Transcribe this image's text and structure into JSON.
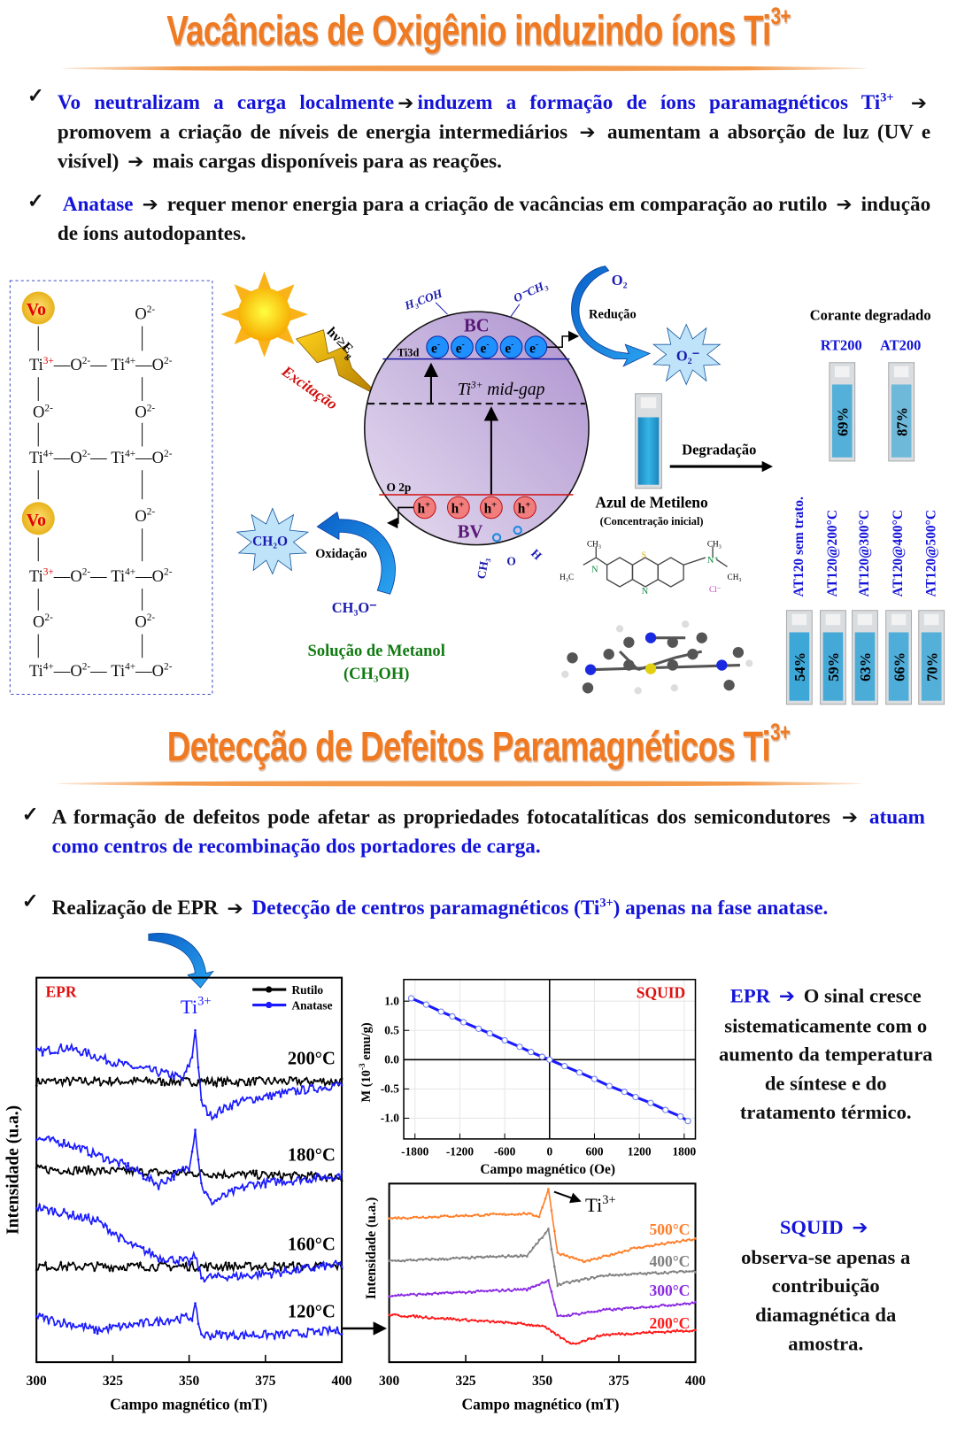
{
  "section1": {
    "title": "Vacâncias de Oxigênio induzindo íons Ti",
    "title_sup": "3+",
    "bullet1": {
      "part1": "Vo neutralizam a carga localmente",
      "part2": "induzem a formação de íons paramagnéticos Ti",
      "part2_sup": "3+",
      "part3": "promovem a criação de níveis de energia intermediários",
      "part4": "aumentam a absorção de luz (UV e visível)",
      "part5": "mais cargas disponíveis para as reações."
    },
    "bullet2": {
      "part1": "Anatase",
      "part2": "requer menor energia para a criação de vacâncias em comparação ao rutilo",
      "part3": "indução de íons autodopantes."
    }
  },
  "lattice": {
    "vo": "Vo",
    "o": "O",
    "o_charge": "2-",
    "ti": "Ti",
    "ti3_charge": "3+",
    "ti4_charge": "4+",
    "bond": "—"
  },
  "mechanism": {
    "excitation_label": "hν≥E",
    "excitation_sub": "g",
    "excitacao": "Excitação",
    "bc": "BC",
    "bv": "BV",
    "ti3d": "Ti3d",
    "o2p": "O 2p",
    "midgap": "Ti",
    "midgap_sup": "3+",
    "midgap_rest": " mid-gap",
    "electron": "e",
    "electron_sup": "-",
    "hole": "h",
    "hole_sup": "+",
    "h3coh": "H₃COH",
    "och3": "O⁻CH₃",
    "bottom_mol1": "CH₃",
    "bottom_mol_o": "O",
    "bottom_mol_h": "H",
    "o2": "O₂",
    "reducao": "Redução",
    "superoxide": "O₂⁻",
    "ch2o": "CH₂O",
    "oxidacao": "Oxidação",
    "ch3o": "CH₃O⁻",
    "methanol_label": "Solução de Metanol",
    "methanol_formula": "(CH₃OH)",
    "degradacao": "Degradação",
    "mb_name": "Azul de Metileno",
    "mb_note": "(Concentração inicial)",
    "mb_atoms": {
      "ch3": "CH₃",
      "h3c": "H₃C",
      "n": "N",
      "nplus": "N⁺",
      "s": "S",
      "cl": "Cl⁻"
    }
  },
  "vials": {
    "title": "Corante degradado",
    "top": [
      {
        "label": "RT200",
        "percent": "69%",
        "degraded": 69
      },
      {
        "label": "AT200",
        "percent": "87%",
        "degraded": 87
      }
    ],
    "bottom": [
      {
        "label": "AT120 sem trato.",
        "percent": "54%",
        "degraded": 54
      },
      {
        "label": "AT120@200°C",
        "percent": "59%",
        "degraded": 59
      },
      {
        "label": "AT120@300°C",
        "percent": "63%",
        "degraded": 63
      },
      {
        "label": "AT120@400°C",
        "percent": "66%",
        "degraded": 66
      },
      {
        "label": "AT120@500°C",
        "percent": "70%",
        "degraded": 70
      }
    ],
    "colors": {
      "liquid": "#2aa0d6"
    }
  },
  "section2": {
    "title": "Detecção de Defeitos Paramagnéticos Ti",
    "title_sup": "3+",
    "bullet3": {
      "part1": "A formação de defeitos pode afetar as propriedades fotocatalíticas dos semicondutores",
      "part2": "atuam como centros de recombinação dos portadores de carga."
    },
    "bullet4": {
      "part1": "Realização de EPR",
      "part2": "Detecção de centros paramagnéticos (Ti",
      "part2_sup": "3+",
      "part3": ") apenas na fase anatase."
    }
  },
  "conclusions": {
    "epr_label": "EPR",
    "epr_text": "O sinal cresce sistematicamente com o aumento da temperatura de síntese e do tratamento térmico.",
    "squid_label": "SQUID",
    "squid_text": "observa-se apenas a contribuição diamagnética da amostra."
  },
  "chart_data": [
    {
      "type": "line",
      "title": "EPR",
      "xlabel": "Campo magnético (mT)",
      "ylabel": "Intensidade (u.a.)",
      "xlim": [
        300,
        400
      ],
      "xticks": [
        300,
        325,
        350,
        375,
        400
      ],
      "ylim": [
        0,
        100
      ],
      "annotation": "Ti",
      "annotation_sup": "3+",
      "legend": [
        {
          "name": "Rutilo",
          "color": "#000000"
        },
        {
          "name": "Anatase",
          "color": "#1a1aff"
        }
      ],
      "legend_position": "top-right",
      "groups": [
        {
          "label": "200°C",
          "anatase": [
            [
              300,
              80.6
            ],
            [
              310,
              81.8
            ],
            [
              330,
              77
            ],
            [
              345,
              74.6
            ],
            [
              348,
              73.5
            ],
            [
              351,
              79.4
            ],
            [
              352,
              87
            ],
            [
              354,
              67.5
            ],
            [
              357,
              64
            ],
            [
              365,
              67.5
            ],
            [
              380,
              69.9
            ],
            [
              400,
              72.3
            ]
          ],
          "rutilo": [
            [
              300,
              73
            ],
            [
              400,
              73
            ]
          ]
        },
        {
          "label": "180°C",
          "anatase": [
            [
              300,
              58.1
            ],
            [
              310,
              56.9
            ],
            [
              330,
              50.9
            ],
            [
              340,
              46.2
            ],
            [
              350,
              50.9
            ],
            [
              352,
              60.4
            ],
            [
              354,
              46.2
            ],
            [
              357,
              41.5
            ],
            [
              370,
              46.2
            ],
            [
              400,
              48.6
            ]
          ],
          "rutilo": [
            [
              300,
              50.2
            ],
            [
              400,
              48.1
            ]
          ]
        },
        {
          "label": "160°C",
          "anatase": [
            [
              300,
              40.3
            ],
            [
              320,
              36.7
            ],
            [
              330,
              30.8
            ],
            [
              340,
              27.3
            ],
            [
              350,
              26.1
            ],
            [
              352,
              27.7
            ],
            [
              354,
              22
            ],
            [
              370,
              22.5
            ],
            [
              400,
              25.4
            ]
          ],
          "rutilo": [
            [
              300,
              24.9
            ],
            [
              400,
              24.9
            ]
          ]
        },
        {
          "label": "120°C",
          "anatase": [
            [
              300,
              11.8
            ],
            [
              320,
              8.3
            ],
            [
              340,
              10.7
            ],
            [
              351,
              11.8
            ],
            [
              352,
              14.2
            ],
            [
              354,
              7.1
            ],
            [
              380,
              7.1
            ],
            [
              400,
              8.3
            ]
          ]
        }
      ]
    },
    {
      "type": "scatter",
      "title": "SQUID",
      "xlabel": "Campo magnético (Oe)",
      "ylabel": "M (10",
      "ylabel_sup": "-3",
      "ylabel_rest": " emu/g)",
      "xlim": [
        -1950,
        1950
      ],
      "ylim": [
        -1.37,
        1.37
      ],
      "xticks": [
        -1800,
        -1200,
        -600,
        0,
        600,
        1200,
        1800
      ],
      "yticks": [
        1.0,
        0.5,
        0.0,
        -0.5,
        -1.0
      ],
      "ytick_labels": [
        "1.0",
        "0.5",
        "0.0",
        "-0.5",
        "-1.0"
      ],
      "grid": true,
      "color": "#1a1aff",
      "x": [
        -1850,
        -1650,
        -1450,
        -1300,
        -1150,
        -950,
        -800,
        -600,
        -400,
        -250,
        -100,
        0,
        200,
        400,
        600,
        800,
        1000,
        1150,
        1350,
        1550,
        1750,
        1850
      ],
      "y": [
        1.05,
        0.94,
        0.82,
        0.74,
        0.64,
        0.53,
        0.45,
        0.33,
        0.22,
        0.13,
        0.05,
        0.0,
        -0.11,
        -0.22,
        -0.33,
        -0.45,
        -0.55,
        -0.64,
        -0.74,
        -0.86,
        -0.97,
        -1.05
      ]
    },
    {
      "type": "line",
      "xlabel": "Campo magnético (mT)",
      "ylabel": "Intensidade (u.a.)",
      "xlim": [
        300,
        400
      ],
      "xticks": [
        300,
        325,
        350,
        375,
        400
      ],
      "ylim": [
        0,
        100
      ],
      "annotation": "Ti",
      "annotation_sup": "3+",
      "series": [
        {
          "name": "500°C",
          "color": "#ff7f2a",
          "points": [
            [
              300,
              80.6
            ],
            [
              345,
              83.2
            ],
            [
              349,
              81.6
            ],
            [
              352,
              96.9
            ],
            [
              355,
              61.2
            ],
            [
              364,
              56.1
            ],
            [
              380,
              63.8
            ],
            [
              400,
              68.9
            ]
          ]
        },
        {
          "name": "400°C",
          "color": "#808080",
          "points": [
            [
              300,
              56.6
            ],
            [
              345,
              59.7
            ],
            [
              352,
              74
            ],
            [
              355,
              43.4
            ],
            [
              370,
              48.5
            ],
            [
              400,
              51
            ]
          ]
        },
        {
          "name": "300°C",
          "color": "#8a2be2",
          "points": [
            [
              300,
              37.2
            ],
            [
              345,
              40.8
            ],
            [
              352,
              45.9
            ],
            [
              355,
              25.5
            ],
            [
              370,
              29.1
            ],
            [
              400,
              33.2
            ]
          ]
        },
        {
          "name": "200°C",
          "color": "#ff1a1a",
          "points": [
            [
              300,
              26.5
            ],
            [
              340,
              21.9
            ],
            [
              350,
              20.4
            ],
            [
              357,
              12.8
            ],
            [
              360,
              10.2
            ],
            [
              370,
              15.3
            ],
            [
              400,
              17.9
            ]
          ]
        }
      ]
    }
  ]
}
